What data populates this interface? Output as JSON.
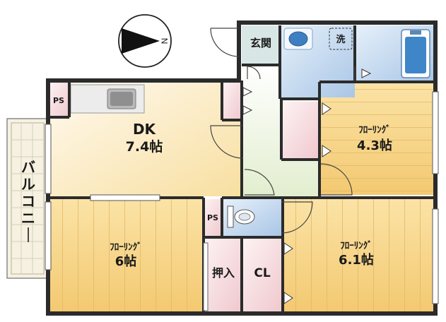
{
  "compass": {
    "north_label": "N"
  },
  "rooms": {
    "dk": {
      "name": "DK",
      "size": "7.4帖"
    },
    "room_4_3": {
      "name": "ﾌﾛｰﾘﾝｸﾞ",
      "size": "4.3帖"
    },
    "room_6": {
      "name": "ﾌﾛｰﾘﾝｸﾞ",
      "size": "6帖"
    },
    "room_6_1": {
      "name": "ﾌﾛｰﾘﾝｸﾞ",
      "size": "6.1帖"
    },
    "entrance": {
      "name": "玄関"
    },
    "laundry": {
      "name": "洗"
    },
    "ps_kitchen": {
      "name": "PS"
    },
    "ps_toilet": {
      "name": "PS"
    },
    "oshiire": {
      "name": "押入"
    },
    "closet": {
      "name": "CL"
    },
    "balcony": {
      "name": "バルコニー"
    }
  },
  "colors": {
    "wall": "#2b2b2b",
    "flooring": "#f5d48a",
    "dk_floor": "#fbedc6",
    "hall": "#eef4dd",
    "wet_area": "#bcd3ec",
    "storage": "#f6dfe2",
    "entrance": "#d9e6e6",
    "balcony": "#f3efe0"
  }
}
